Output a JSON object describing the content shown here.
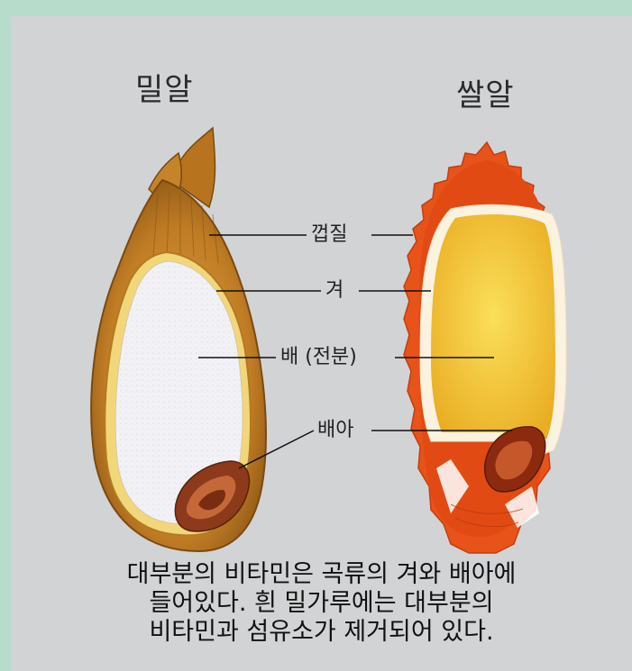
{
  "titles": {
    "wheat": "밀알",
    "rice": "쌀알"
  },
  "labels": {
    "husk": "껍질",
    "bran": "겨",
    "endosperm": "배 (전분)",
    "germ": "배아"
  },
  "caption": [
    "대부분의 비타민은 곡류의 겨와 배아에",
    "들어있다. 흰 밀가루에는 대부분의",
    "비타민과 섬유소가 제거되어 있다."
  ],
  "colors": {
    "background": "#d2d3d5",
    "border": "#b7dccb",
    "wheat_husk": "#c98a2c",
    "wheat_endosperm": "#f3f3f6",
    "rice_husk": "#e8531a",
    "rice_endosperm": "#f4c531"
  }
}
